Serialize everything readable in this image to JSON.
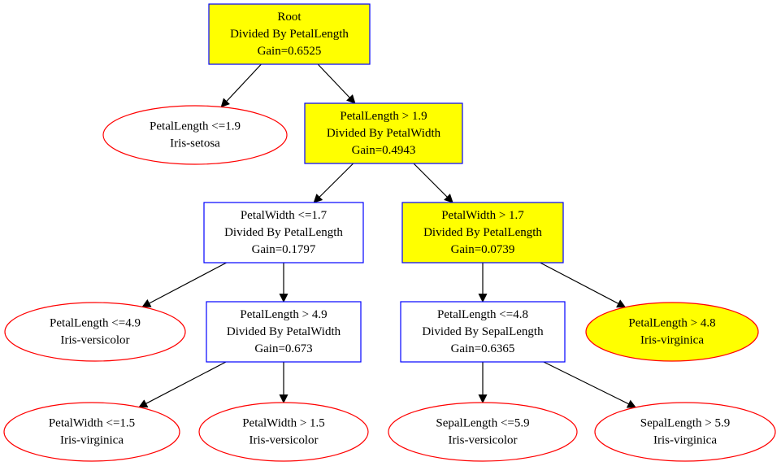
{
  "nodes": {
    "root": {
      "lines": [
        "Root",
        "Divided By PetalLength",
        "Gain=0.6525"
      ],
      "shape": "box",
      "highlighted": true
    },
    "n_pl_le_1_9": {
      "lines": [
        "PetalLength <=1.9",
        "Iris-setosa"
      ],
      "shape": "ellipse",
      "highlighted": false
    },
    "n_pl_gt_1_9": {
      "lines": [
        "PetalLength > 1.9",
        "Divided By PetalWidth",
        "Gain=0.4943"
      ],
      "shape": "box",
      "highlighted": true
    },
    "n_pw_le_1_7": {
      "lines": [
        "PetalWidth <=1.7",
        "Divided By PetalLength",
        "Gain=0.1797"
      ],
      "shape": "box",
      "highlighted": false
    },
    "n_pw_gt_1_7": {
      "lines": [
        "PetalWidth > 1.7",
        "Divided By PetalLength",
        "Gain=0.0739"
      ],
      "shape": "box",
      "highlighted": true
    },
    "n_pl_le_4_9": {
      "lines": [
        "PetalLength <=4.9",
        "Iris-versicolor"
      ],
      "shape": "ellipse",
      "highlighted": false
    },
    "n_pl_gt_4_9": {
      "lines": [
        "PetalLength > 4.9",
        "Divided By PetalWidth",
        "Gain=0.673"
      ],
      "shape": "box",
      "highlighted": false
    },
    "n_pl_le_4_8": {
      "lines": [
        "PetalLength <=4.8",
        "Divided By SepalLength",
        "Gain=0.6365"
      ],
      "shape": "box",
      "highlighted": false
    },
    "n_pl_gt_4_8": {
      "lines": [
        "PetalLength > 4.8",
        "Iris-virginica"
      ],
      "shape": "ellipse",
      "highlighted": true
    },
    "n_pw_le_1_5": {
      "lines": [
        "PetalWidth <=1.5",
        "Iris-virginica"
      ],
      "shape": "ellipse",
      "highlighted": false
    },
    "n_pw_gt_1_5": {
      "lines": [
        "PetalWidth > 1.5",
        "Iris-versicolor"
      ],
      "shape": "ellipse",
      "highlighted": false
    },
    "n_sl_le_5_9": {
      "lines": [
        "SepalLength <=5.9",
        "Iris-versicolor"
      ],
      "shape": "ellipse",
      "highlighted": false
    },
    "n_sl_gt_5_9": {
      "lines": [
        "SepalLength > 5.9",
        "Iris-virginica"
      ],
      "shape": "ellipse",
      "highlighted": false
    }
  },
  "edges": [
    [
      "root",
      "n_pl_le_1_9"
    ],
    [
      "root",
      "n_pl_gt_1_9"
    ],
    [
      "n_pl_gt_1_9",
      "n_pw_le_1_7"
    ],
    [
      "n_pl_gt_1_9",
      "n_pw_gt_1_7"
    ],
    [
      "n_pw_le_1_7",
      "n_pl_le_4_9"
    ],
    [
      "n_pw_le_1_7",
      "n_pl_gt_4_9"
    ],
    [
      "n_pw_gt_1_7",
      "n_pl_le_4_8"
    ],
    [
      "n_pw_gt_1_7",
      "n_pl_gt_4_8"
    ],
    [
      "n_pl_gt_4_9",
      "n_pw_le_1_5"
    ],
    [
      "n_pl_gt_4_9",
      "n_pw_gt_1_5"
    ],
    [
      "n_pl_le_4_8",
      "n_sl_le_5_9"
    ],
    [
      "n_pl_le_4_8",
      "n_sl_gt_5_9"
    ]
  ],
  "colors": {
    "box_border": "#0000ff",
    "ellipse_border": "#ff0000",
    "highlight_fill": "#ffff00",
    "default_fill": "#ffffff",
    "edge": "#000000"
  }
}
